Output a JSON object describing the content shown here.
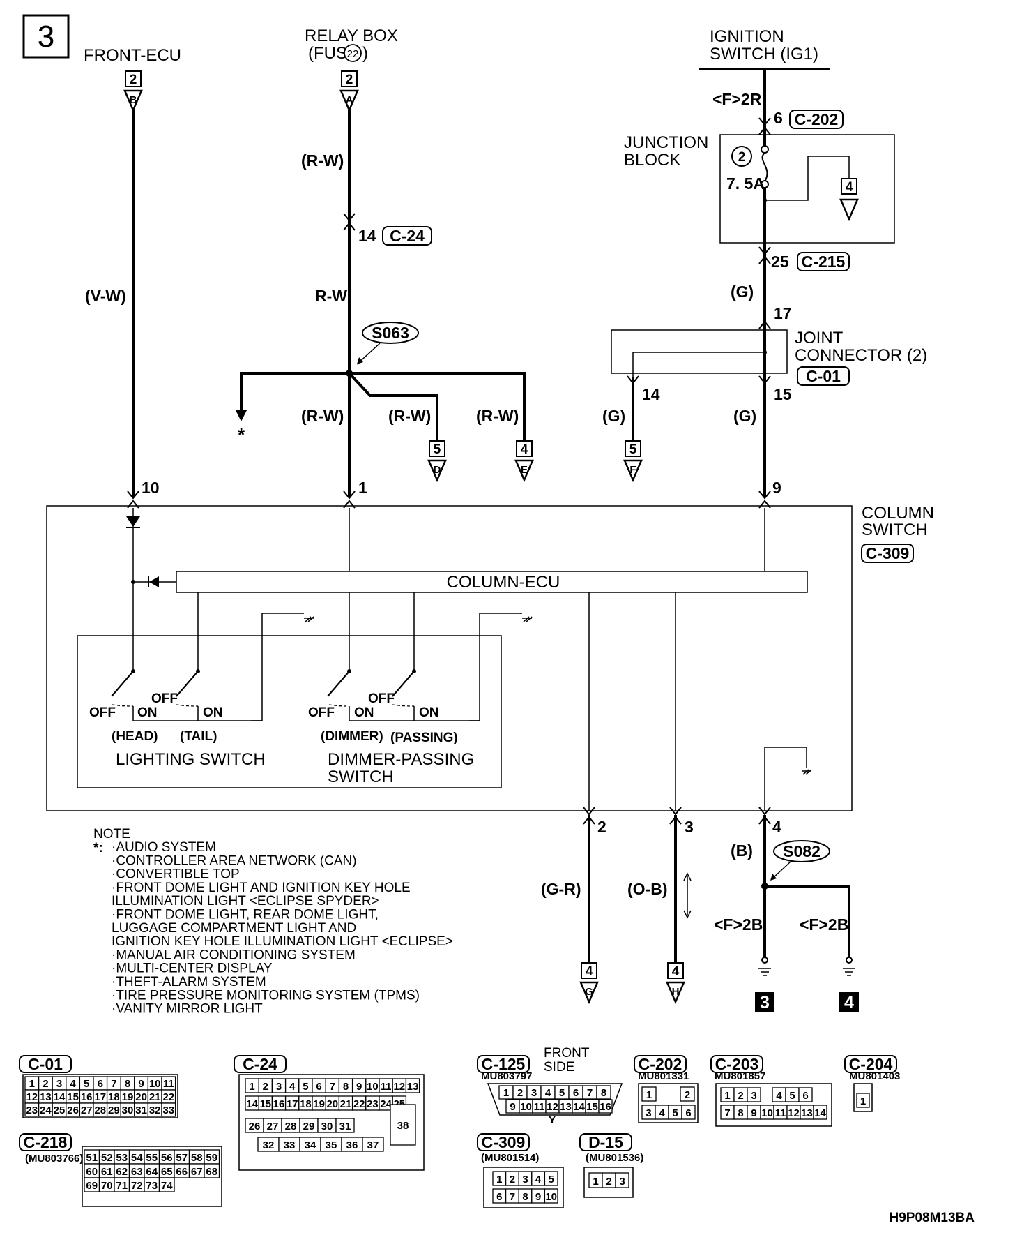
{
  "page_number": "3",
  "drawing_id": "H9P08M13BA",
  "sources": {
    "front_ecu": {
      "label": "FRONT-ECU",
      "connector": "2",
      "pin": "B"
    },
    "relay_box": {
      "label1": "RELAY BOX",
      "label2": "(FUSE",
      "fuse": "22",
      "label2_end": ")",
      "connector": "2",
      "pin": "A"
    },
    "ignition": {
      "label1": "IGNITION",
      "label2": "SWITCH (IG1)",
      "route": "<F>2R"
    }
  },
  "wires": {
    "front_ecu_wire": "(V-W)",
    "relay_upper": "(R-W)",
    "relay_lower": "R-W",
    "branch_mid": "(R-W)",
    "branch_d": "(R-W)",
    "branch_e": "(R-W)",
    "ign_g": "(G)",
    "joint_left_g": "(G)",
    "joint_right_g": "(G)",
    "out2": "(G-R)",
    "out3": "(O-B)",
    "ground_b": "(B)"
  },
  "connectors": {
    "c24_pin": "14",
    "c24": "C-24",
    "c202_pin": "6",
    "c202": "C-202",
    "c215_pin": "25",
    "c215": "C-215",
    "c01_pin_17": "17",
    "c01_pin_14": "14",
    "c01_pin_15": "15",
    "c01": "C-01"
  },
  "splices": {
    "s063": "S063",
    "s082": "S082"
  },
  "junction_block": {
    "label1": "JUNCTION",
    "label2": "BLOCK",
    "fuse_no": "2",
    "fuse_rating": "7. 5A",
    "conn": "4"
  },
  "joint_connector": {
    "label1": "JOINT",
    "label2": "CONNECTOR (2)"
  },
  "branches": {
    "star": "*",
    "d": {
      "conn": "5",
      "pin": "D"
    },
    "e": {
      "conn": "4",
      "pin": "E"
    },
    "f": {
      "conn": "5",
      "pin": "F"
    },
    "g": {
      "conn": "4",
      "pin": "G"
    },
    "h": {
      "conn": "4",
      "pin": "H"
    }
  },
  "column_switch": {
    "label1": "COLUMN",
    "label2": "SWITCH",
    "conn": "C-309",
    "ecu": "COLUMN-ECU",
    "pin_in_10": "10",
    "pin_in_1": "1",
    "pin_in_9": "9",
    "pin_out_2": "2",
    "pin_out_3": "3",
    "pin_out_4": "4",
    "off": "OFF",
    "on": "ON",
    "head": "(HEAD)",
    "tail": "(TAIL)",
    "dimmer": "(DIMMER)",
    "passing": "(PASSING)",
    "lighting_switch": "LIGHTING SWITCH",
    "dimmer_switch1": "DIMMER-PASSING",
    "dimmer_switch2": "SWITCH"
  },
  "grounds": {
    "route_left": "<F>2B",
    "route_right": "<F>2B",
    "g3": "3",
    "g4": "4"
  },
  "note": {
    "title": "NOTE",
    "star": "*:",
    "items": [
      "·AUDIO SYSTEM",
      "·CONTROLLER AREA NETWORK (CAN)",
      "·CONVERTIBLE TOP",
      "·FRONT DOME LIGHT AND IGNITION KEY HOLE",
      " ILLUMINATION LIGHT <ECLIPSE SPYDER>",
      "·FRONT DOME LIGHT, REAR DOME LIGHT,",
      " LUGGAGE COMPARTMENT LIGHT AND",
      " IGNITION KEY HOLE ILLUMINATION LIGHT <ECLIPSE>",
      "·MANUAL AIR CONDITIONING SYSTEM",
      "·MULTI-CENTER DISPLAY",
      "·THEFT-ALARM SYSTEM",
      "·TIRE PRESSURE MONITORING SYSTEM (TPMS)",
      "·VANITY MIRROR LIGHT"
    ]
  },
  "connector_views": {
    "c01": {
      "name": "C-01",
      "rows": [
        [
          "1",
          "2",
          "3",
          "4",
          "5",
          "6",
          "7",
          "8",
          "9",
          "10",
          "11"
        ],
        [
          "12",
          "13",
          "14",
          "15",
          "16",
          "17",
          "18",
          "19",
          "20",
          "21",
          "22"
        ],
        [
          "23",
          "24",
          "25",
          "26",
          "27",
          "28",
          "29",
          "30",
          "31",
          "32",
          "33"
        ]
      ]
    },
    "c218": {
      "name": "C-218",
      "part": "(MU803766)",
      "rows": [
        [
          "51",
          "52",
          "53",
          "54",
          "55",
          "56",
          "57",
          "58",
          "59"
        ],
        [
          "60",
          "61",
          "62",
          "63",
          "64",
          "65",
          "66",
          "67",
          "68"
        ],
        [
          "69",
          "70",
          "71",
          "72",
          "73",
          "74"
        ]
      ]
    },
    "c24": {
      "name": "C-24",
      "rows": [
        [
          "1",
          "2",
          "3",
          "4",
          "5",
          "6",
          "7",
          "8",
          "9",
          "10",
          "11",
          "12",
          "13"
        ],
        [
          "14",
          "15",
          "16",
          "17",
          "18",
          "19",
          "20",
          "21",
          "22",
          "23",
          "24",
          "25"
        ],
        [
          "26",
          "27",
          "28",
          "29",
          "30",
          "31"
        ],
        [
          "32",
          "33",
          "34",
          "35",
          "36",
          "37"
        ]
      ],
      "big": "38"
    },
    "c125": {
      "name": "C-125",
      "part": "MU803797",
      "side1": "FRONT",
      "side2": "SIDE",
      "rows": [
        [
          "1",
          "2",
          "3",
          "4",
          "5",
          "6",
          "7",
          "8"
        ],
        [
          "9",
          "10",
          "11",
          "12",
          "13",
          "14",
          "15",
          "16"
        ]
      ],
      "key": "Y"
    },
    "c309": {
      "name": "C-309",
      "part": "(MU801514)",
      "rows": [
        [
          "1",
          "2",
          "3",
          "4",
          "5"
        ],
        [
          "6",
          "7",
          "8",
          "9",
          "10"
        ]
      ]
    },
    "d15": {
      "name": "D-15",
      "part": "(MU801536)",
      "rows": [
        [
          "1",
          "2",
          "3"
        ]
      ]
    },
    "c202": {
      "name": "C-202",
      "part": "MU801331",
      "rows": [
        [
          "1",
          "2"
        ],
        [
          "3",
          "4",
          "5",
          "6"
        ]
      ]
    },
    "c203": {
      "name": "C-203",
      "part": "MU801857",
      "rows": [
        [
          "1",
          "2",
          "3",
          "4",
          "5",
          "6"
        ],
        [
          "7",
          "8",
          "9",
          "10",
          "11",
          "12",
          "13",
          "14"
        ]
      ]
    },
    "c204": {
      "name": "C-204",
      "part": "MU801403",
      "rows": [
        [
          "1"
        ]
      ]
    }
  }
}
